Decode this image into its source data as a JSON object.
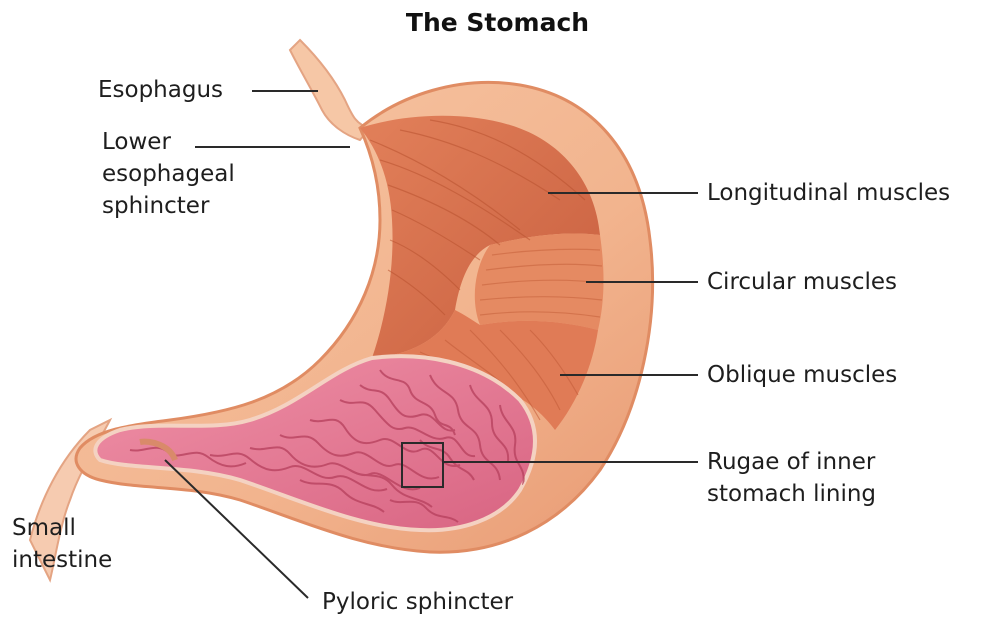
{
  "title": "The Stomach",
  "labels": {
    "esophagus": "Esophagus",
    "lower_esophageal_sphincter": [
      "Lower",
      "esophageal",
      "sphincter"
    ],
    "longitudinal_muscles": "Longitudinal muscles",
    "circular_muscles": "Circular muscles",
    "oblique_muscles": "Oblique muscles",
    "rugae": [
      "Rugae of inner",
      "stomach lining"
    ],
    "small_intestine": [
      "Small",
      "intestine"
    ],
    "pyloric_sphincter": "Pyloric sphincter"
  },
  "colors": {
    "outer_wall": "#f2b48e",
    "outer_wall_edge": "#e08c63",
    "longitudinal_muscle": "#d86f4c",
    "circular_muscle": "#e58a62",
    "oblique_muscle": "#e07b56",
    "mucosa": "#e77a95",
    "rugae_folds": "#bd4a6a",
    "leader_line": "#2a2a2a"
  }
}
